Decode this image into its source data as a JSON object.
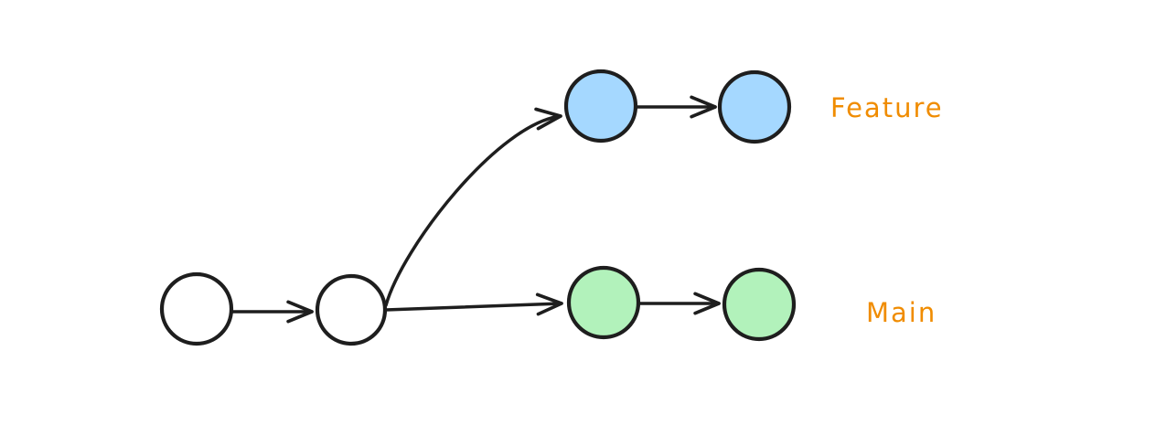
{
  "colors": {
    "stroke": "#1e1e1e",
    "feature-fill": "#a5d8ff",
    "main-fill": "#b2f2bb",
    "root-fill": "#ffffff",
    "label": "#f08c00",
    "background": "#ffffff"
  },
  "diagram": {
    "type": "git-branch-graph",
    "style": "hand-drawn-whiteboard",
    "labels": {
      "feature": "Feature",
      "main": "Main"
    },
    "branches": [
      {
        "name": "Feature",
        "fill": "#a5d8ff",
        "commit_count": 2
      },
      {
        "name": "Main",
        "fill": "#b2f2bb",
        "commit_count": 2
      }
    ],
    "nodes": [
      {
        "id": "root-1",
        "branch": "root",
        "fill": "#ffffff"
      },
      {
        "id": "root-2",
        "branch": "root",
        "fill": "#ffffff"
      },
      {
        "id": "feature-1",
        "branch": "feature",
        "fill": "#a5d8ff"
      },
      {
        "id": "feature-2",
        "branch": "feature",
        "fill": "#a5d8ff"
      },
      {
        "id": "main-1",
        "branch": "main",
        "fill": "#b2f2bb"
      },
      {
        "id": "main-2",
        "branch": "main",
        "fill": "#b2f2bb"
      }
    ],
    "edges": [
      {
        "from": "root-1",
        "to": "root-2",
        "shape": "straight-arrow"
      },
      {
        "from": "root-2",
        "to": "feature-1",
        "shape": "curved-arrow"
      },
      {
        "from": "root-2",
        "to": "main-1",
        "shape": "straight-arrow"
      },
      {
        "from": "feature-1",
        "to": "feature-2",
        "shape": "straight-arrow"
      },
      {
        "from": "main-1",
        "to": "main-2",
        "shape": "straight-arrow"
      }
    ]
  }
}
